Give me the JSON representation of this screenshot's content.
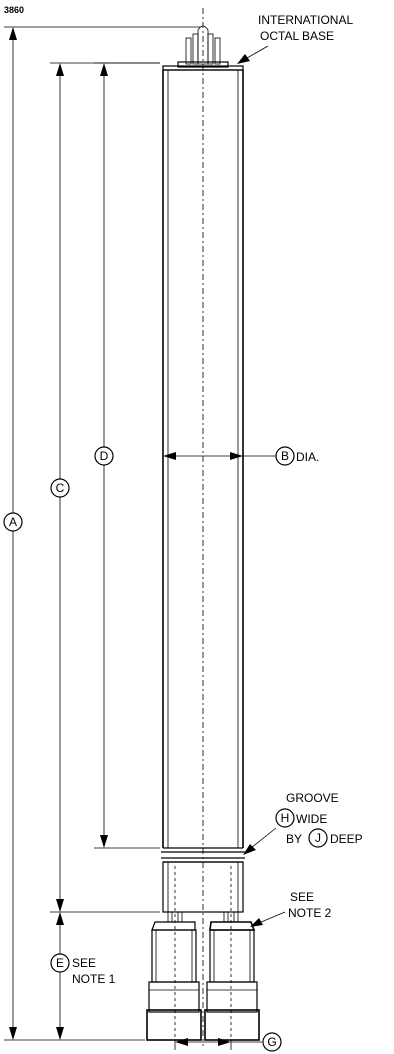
{
  "drawing": {
    "ref_number": "3860",
    "labels": {
      "base_line1": "INTERNATIONAL",
      "base_line2": "OCTAL  BASE",
      "dia": "DIA.",
      "groove": "GROOVE",
      "wide": "WIDE",
      "by": "BY",
      "deep": "DEEP",
      "see_note2_line1": "SEE",
      "see_note2_line2": "NOTE 2",
      "see_note1_line1": "SEE",
      "see_note1_line2": "NOTE 1"
    },
    "dimension_letters": {
      "a": "A",
      "b": "B",
      "c": "C",
      "d": "D",
      "e": "E",
      "g": "G",
      "h": "H",
      "j": "J"
    }
  }
}
